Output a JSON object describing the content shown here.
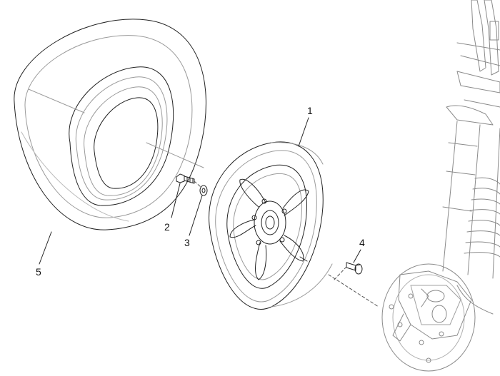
{
  "diagram": {
    "callouts": [
      {
        "id": "1",
        "label": "1"
      },
      {
        "id": "2",
        "label": "2"
      },
      {
        "id": "3",
        "label": "3"
      },
      {
        "id": "4",
        "label": "4"
      },
      {
        "id": "5",
        "label": "5"
      }
    ],
    "colors": {
      "line": "#222222",
      "faint": "#9a9a9a",
      "background": "#ffffff"
    }
  }
}
